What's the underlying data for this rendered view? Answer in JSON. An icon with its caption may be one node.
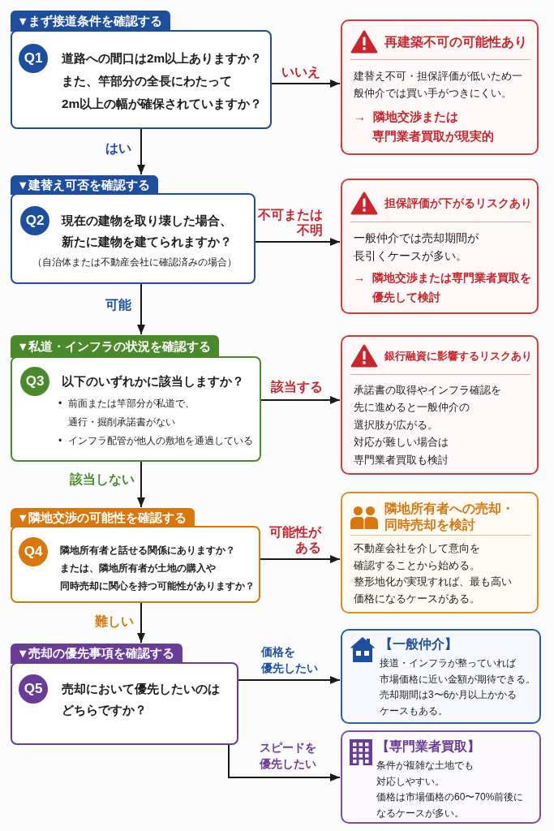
{
  "diagram": {
    "nodes": [
      {
        "text": [
          "▼まず接道条件を確認する",
          "Q1",
          "道路への間口は2m以上ありますか？また、竿部分の全長にわたって2m以上の幅が確保されていますか？"
        ]
      },
      {
        "text": [
          "再建築不可の可能性あり",
          "建替え不可・担保評価が低いため一般仲介では買い手がつきにくい。",
          "→ 隣地交渉または専門業者買取が現実的"
        ]
      },
      {
        "text": [
          "▼建替え可否を確認する",
          "Q2",
          "現在の建物を取り壊した場合、新たに建物を建てられますか？",
          "（自治体または不動産会社に確認済みの場合）"
        ]
      },
      {
        "text": [
          "担保評価が下がるリスクあり",
          "一般仲介では売却期間が長引くケースが多い。",
          "→ 隣地交渉または専門業者買取を優先して検討"
        ]
      },
      {
        "text": [
          "▼私道・インフラの状況を確認する",
          "Q3",
          "以下のいずれかに該当しますか？",
          "• 前面または竿部分が私道で、通行・掘削承諾書がない",
          "• インフラ配管が他人の敷地を通過している"
        ]
      },
      {
        "text": [
          "銀行融資に影響するリスクあり",
          "承諾書の取得やインフラ確認を先に進めると一般仲介の選択肢が広がる。",
          "対応が難しい場合は専門業者買取も検討"
        ]
      },
      {
        "text": [
          "▼隣地交渉の可能性を確認する",
          "Q4",
          "隣地所有者と話せる関係にありますか？または、隣地所有者が土地の購入や同時売却に関心を持つ可能性がありますか？"
        ]
      },
      {
        "text": [
          "隣地所有者への売却・同時売却を検討",
          "不動産会社を介して意向を確認することから始める。",
          "整形地化が実現すれば、最も高い価格になるケースがある。"
        ]
      },
      {
        "text": [
          "▼売却の優先事項を確認する",
          "Q5",
          "売却において優先したいのはどちらですか？"
        ]
      },
      {
        "text": [
          "【一般仲介】",
          "接道・インフラが整っていれば市場価格に近い金額が期待できる。",
          "売却期間は3〜6か月以上かかるケースもある。"
        ]
      },
      {
        "text": [
          "【専門業者買取】",
          "条件が複雑な土地でも対応しやすい。",
          "価格は市場価格の60〜70%前後になるケースが多い。"
        ]
      }
    ],
    "edges": [
      {
        "from": 0,
        "to": 1,
        "arrow": "to",
        "label": "いいえ"
      },
      {
        "from": 0,
        "to": 2,
        "arrow": "to",
        "label": "はい"
      },
      {
        "from": 2,
        "to": 3,
        "arrow": "to",
        "label": "不可または不明"
      },
      {
        "from": 2,
        "to": 4,
        "arrow": "to",
        "label": "可能"
      },
      {
        "from": 4,
        "to": 5,
        "arrow": "to",
        "label": "該当する"
      },
      {
        "from": 4,
        "to": 6,
        "arrow": "to",
        "label": "該当しない"
      },
      {
        "from": 6,
        "to": 7,
        "arrow": "to",
        "label": "可能性がある"
      },
      {
        "from": 6,
        "to": 8,
        "arrow": "to",
        "label": "難しい"
      },
      {
        "from": 8,
        "to": 9,
        "arrow": "to",
        "label": "価格を優先したい"
      },
      {
        "from": 8,
        "to": 10,
        "arrow": "to",
        "label": "スピードを優先したい"
      }
    ]
  }
}
